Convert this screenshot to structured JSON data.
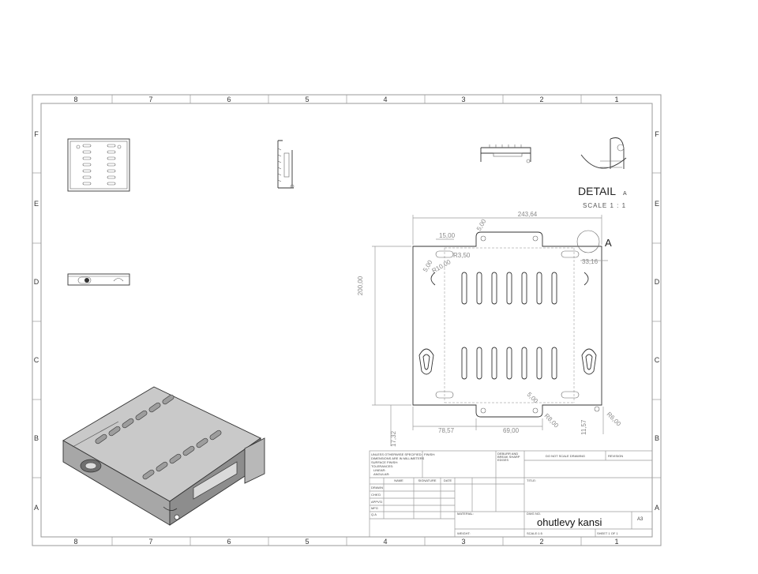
{
  "zones": {
    "columns": [
      "8",
      "7",
      "6",
      "5",
      "4",
      "3",
      "2",
      "1"
    ],
    "rows": [
      "F",
      "E",
      "D",
      "C",
      "B",
      "A"
    ]
  },
  "detail": {
    "title": "DETAIL",
    "letter": "A",
    "scale": "SCALE 1 : 1",
    "callout": "A"
  },
  "dimensions": {
    "overall_width": "243,64",
    "height": "200,00",
    "d_15": "15,00",
    "d_r35": "R3,50",
    "d_r10": "R10,00",
    "d_5a": "5,00",
    "d_5b": "5,00",
    "d_33": "33,16",
    "d_78": "78,57",
    "d_69": "69,00",
    "d_17": "17,32",
    "d_11": "11,57",
    "d_5c": "5,00",
    "d_r8": "R8,00",
    "d_r6": "R6,00"
  },
  "title_block": {
    "general_notes": [
      "UNLESS OTHERWISE SPECIFIED:",
      "DIMENSIONS ARE IN MILLIMETERS",
      "SURFACE FINISH:",
      "TOLERANCES:",
      "LINEAR:",
      "ANGULAR:"
    ],
    "finish": "FINISH:",
    "deburr": [
      "DEBURR AND",
      "BREAK SHARP",
      "EDGES"
    ],
    "do_not_scale": "DO NOT SCALE DRAWING",
    "revision": "REVISION",
    "headers": [
      "NAME",
      "SIGNATURE",
      "DATE"
    ],
    "rows": [
      "DRAWN",
      "CHK'D",
      "APPV'D",
      "MFG",
      "Q.A"
    ],
    "title_label": "TITLE:",
    "material": "MATERIAL:",
    "dwg_no": "DWG NO.",
    "part_name": "ohutlevy kansi",
    "size": "A3",
    "weight": "WEIGHT:",
    "scale": "SCALE:1:5",
    "sheet": "SHEET 1 OF 1"
  }
}
